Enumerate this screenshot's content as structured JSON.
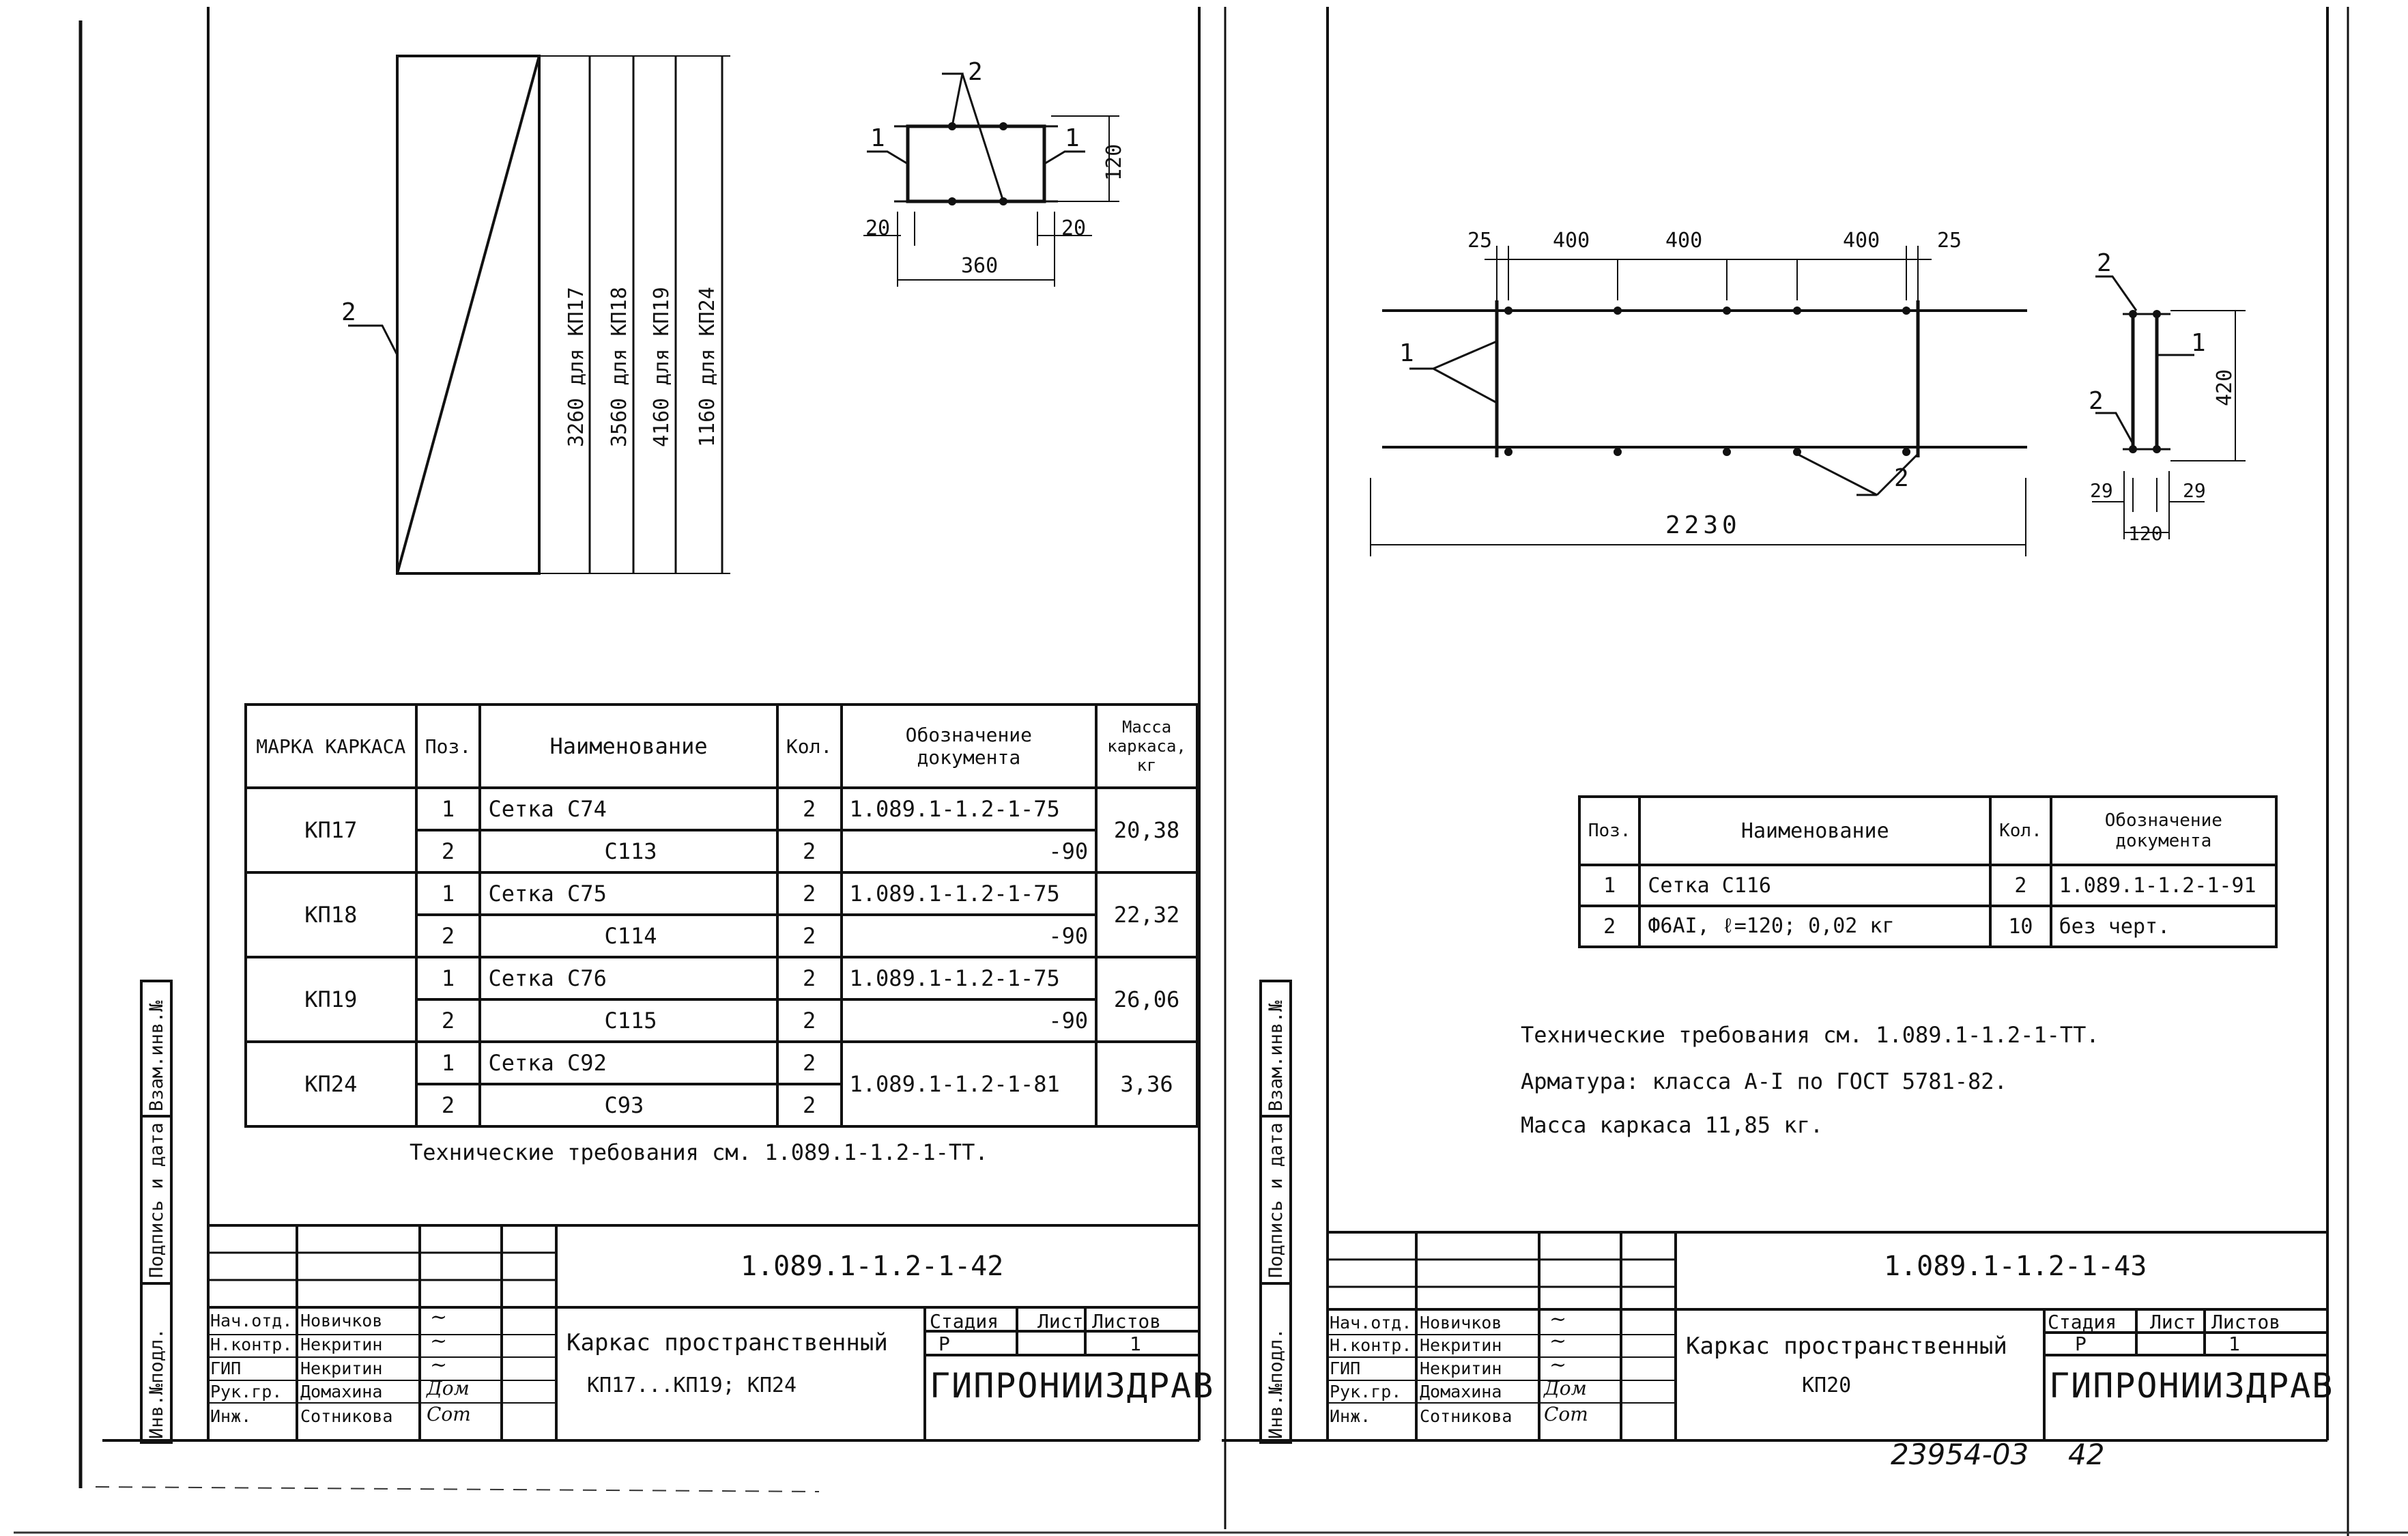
{
  "left_sheet": {
    "drawing": {
      "pos_top_label": "2",
      "pos_left_label": "2",
      "lengths": [
        "3260 для КП17",
        "3560 для КП18",
        "4160 для КП19",
        "1160 для КП24"
      ],
      "section": {
        "pos_top": "2",
        "pos_left": "1",
        "pos_right": "1",
        "height": "120",
        "width": "360",
        "offset_left": "20",
        "offset_right": "20"
      }
    },
    "table": {
      "headers": {
        "mark": "МАРКА КАРКАСА",
        "pos": "Поз.",
        "name": "Наименование",
        "qty": "Кол.",
        "doc": "Обозначение документа",
        "mass": "Масса каркаса, кг"
      },
      "groups": [
        {
          "mark": "КП17",
          "mass": "20,38",
          "rows": [
            {
              "pos": "1",
              "name": "Сетка С74",
              "qty": "2",
              "doc": "1.089.1-1.2-1-75"
            },
            {
              "pos": "2",
              "name": "С113",
              "qty": "2",
              "doc": "-90"
            }
          ]
        },
        {
          "mark": "КП18",
          "mass": "22,32",
          "rows": [
            {
              "pos": "1",
              "name": "Сетка С75",
              "qty": "2",
              "doc": "1.089.1-1.2-1-75"
            },
            {
              "pos": "2",
              "name": "С114",
              "qty": "2",
              "doc": "-90"
            }
          ]
        },
        {
          "mark": "КП19",
          "mass": "26,06",
          "rows": [
            {
              "pos": "1",
              "name": "Сетка С76",
              "qty": "2",
              "doc": "1.089.1-1.2-1-75"
            },
            {
              "pos": "2",
              "name": "С115",
              "qty": "2",
              "doc": "-90"
            }
          ]
        },
        {
          "mark": "КП24",
          "mass": "3,36",
          "rows": [
            {
              "pos": "1",
              "name": "Сетка С92",
              "qty": "2",
              "doc": "1.089.1-1.2-1-81"
            },
            {
              "pos": "2",
              "name": "С93",
              "qty": "2",
              "doc": ""
            }
          ]
        }
      ]
    },
    "note": "Технические требования см. 1.089.1-1.2-1-ТТ.",
    "title_block": {
      "code": "1.089.1-1.2-1-42",
      "title_line1": "Каркас пространственный",
      "title_line2": "КП17...КП19; КП24",
      "stage_label": "Стадия",
      "sheet_label": "Лист",
      "sheets_label": "Листов",
      "stage": "Р",
      "sheet": "",
      "sheets": "1",
      "org": "ГИПРОНИИЗДРАВ",
      "roles": [
        {
          "role": "Нач.отд.",
          "name": "Новичков",
          "sign": "~"
        },
        {
          "role": "Н.контр.",
          "name": "Некритин",
          "sign": "~"
        },
        {
          "role": "ГИП",
          "name": "Некритин",
          "sign": "~"
        },
        {
          "role": "Рук.гр.",
          "name": "Домахина",
          "sign": "Дом"
        },
        {
          "role": "Инж.",
          "name": "Сотникова",
          "sign": "Сот"
        }
      ]
    },
    "side_stamp": {
      "inv_podl": "Инв.№подл.",
      "podpis": "Подпись и дата",
      "vzam": "Взам.инв.№"
    }
  },
  "right_sheet": {
    "drawing": {
      "dims_top": [
        "25",
        "400",
        "400",
        "400",
        "25"
      ],
      "overall": "2230",
      "pos_1": "1",
      "pos_2": "2",
      "section": {
        "pos_top": "2",
        "pos_mid": "2",
        "pos_right": "1",
        "height": "420",
        "offset_left": "29",
        "offset_right": "29",
        "width": "120"
      }
    },
    "table": {
      "headers": {
        "pos": "Поз.",
        "name": "Наименование",
        "qty": "Кол.",
        "doc": "Обозначение документа"
      },
      "rows": [
        {
          "pos": "1",
          "name": "Сетка С116",
          "qty": "2",
          "doc": "1.089.1-1.2-1-91"
        },
        {
          "pos": "2",
          "name": "Ф6АI, ℓ=120; 0,02 кг",
          "qty": "10",
          "doc": "без черт."
        }
      ]
    },
    "notes": [
      "Технические требования см. 1.089.1-1.2-1-ТТ.",
      "Арматура: класса А-I по ГОСТ 5781-82.",
      "Масса каркаса 11,85 кг."
    ],
    "title_block": {
      "code": "1.089.1-1.2-1-43",
      "title_line1": "Каркас пространственный",
      "title_line2": "КП20",
      "stage_label": "Стадия",
      "sheet_label": "Лист",
      "sheets_label": "Листов",
      "stage": "Р",
      "sheet": "",
      "sheets": "1",
      "org": "ГИПРОНИИЗДРАВ",
      "roles": [
        {
          "role": "Нач.отд.",
          "name": "Новичков",
          "sign": "~"
        },
        {
          "role": "Н.контр.",
          "name": "Некритин",
          "sign": "~"
        },
        {
          "role": "ГИП",
          "name": "Некритин",
          "sign": "~"
        },
        {
          "role": "Рук.гр.",
          "name": "Домахина",
          "sign": "Дом"
        },
        {
          "role": "Инж.",
          "name": "Сотникова",
          "sign": "Сот"
        }
      ]
    },
    "side_stamp": {
      "inv_podl": "Инв.№подл.",
      "podpis": "Подпись и дата",
      "vzam": "Взам.инв.№"
    }
  },
  "footer": {
    "archive_no": "23954-03",
    "page": "42"
  }
}
